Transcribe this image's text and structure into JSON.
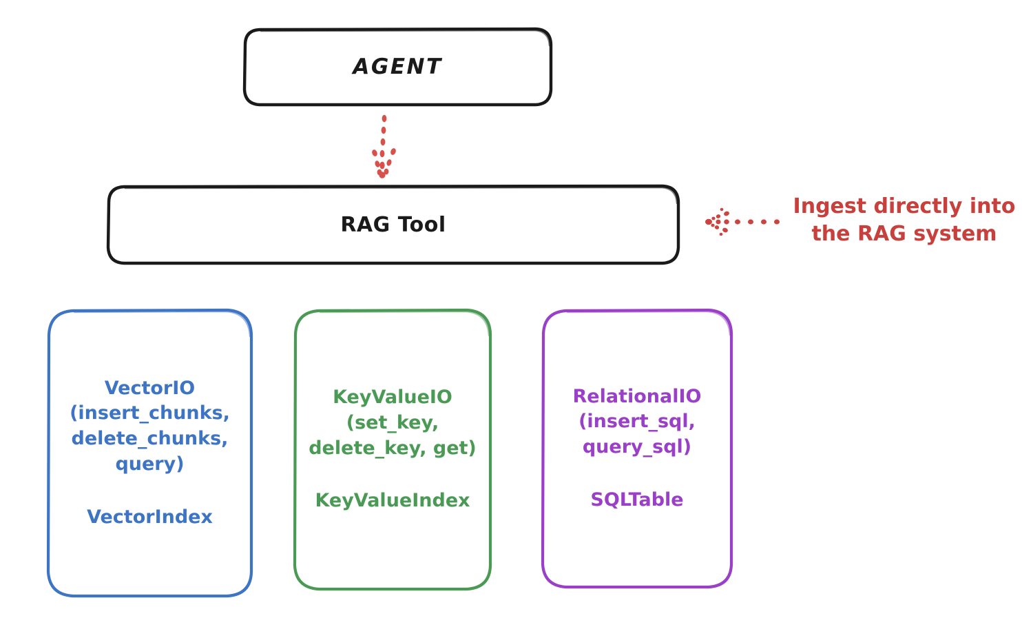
{
  "diagram": {
    "title": "RAG Tool architecture",
    "background": "#ffffff",
    "colors": {
      "stroke_black": "#1a1a1a",
      "vector_blue": "#3d74c4",
      "keyvalue_green": "#4a9a55",
      "relational_purple": "#9a3fc8",
      "annotation_red": "#c8403c"
    }
  },
  "nodes": {
    "agent": {
      "label": "AGENT",
      "color": "#1a1a1a"
    },
    "rag_tool": {
      "label": "RAG Tool",
      "color": "#1a1a1a"
    },
    "vector_store": {
      "api": "VectorIO\n(insert_chunks,\ndelete_chunks,\nquery)",
      "index": "VectorIndex",
      "color": "#3d74c4"
    },
    "keyvalue_store": {
      "api": "KeyValueIO\n(set_key,\ndelete_key, get)",
      "index": "KeyValueIndex",
      "color": "#4a9a55"
    },
    "relational_store": {
      "api": "RelationalIO\n(insert_sql,\nquery_sql)",
      "index": "SQLTable",
      "color": "#9a3fc8"
    }
  },
  "annotations": {
    "ingest": {
      "text": "Ingest directly into\nthe RAG system",
      "color": "#c8403c"
    }
  },
  "connectors": {
    "agent_to_rag_tool": {
      "style": "dotted",
      "direction": "down",
      "color": "#c8403c"
    },
    "ingest_to_rag_tool": {
      "style": "dotted",
      "direction": "left",
      "color": "#c8403c"
    }
  }
}
